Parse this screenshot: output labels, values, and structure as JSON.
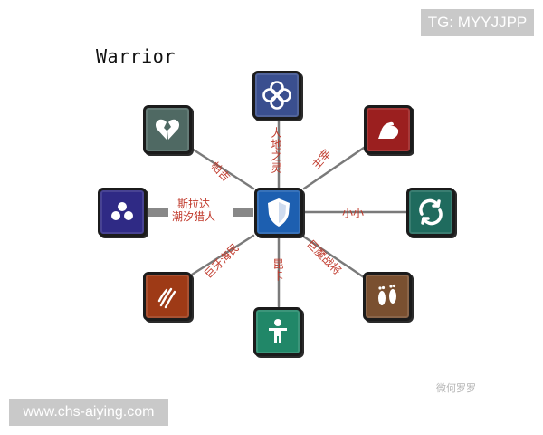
{
  "watermark_tag": "TG: MYYJJPP",
  "site_tag": "www.chs-aiying.com",
  "title": "Warrior",
  "weibo_mark": "微何罗罗",
  "center": {
    "icon": "shield-icon",
    "color": "#1d5fb0"
  },
  "nodes": [
    {
      "key": "top",
      "icon": "celtic-knot-icon",
      "color": "#3a4f8f",
      "label": "大地之灵"
    },
    {
      "key": "top-right",
      "icon": "flexed-arm-icon",
      "color": "#9b1f1f",
      "label": "主宰"
    },
    {
      "key": "right",
      "icon": "swirl-icon",
      "color": "#1f6b5e",
      "label": "小小"
    },
    {
      "key": "bottom-right",
      "icon": "footprints-icon",
      "color": "#7a5030",
      "label": "巨魔战将"
    },
    {
      "key": "bottom",
      "icon": "human-figure-icon",
      "color": "#218768",
      "label": "昆卡"
    },
    {
      "key": "bottom-left",
      "icon": "claw-marks-icon",
      "color": "#9e3a16",
      "label": "巨牙海民"
    },
    {
      "key": "left",
      "icon": "trefoil-icon",
      "color": "#2f2a85",
      "label": "斯拉达\n潮汐猎人"
    },
    {
      "key": "top-left",
      "icon": "broken-heart-icon",
      "color": "#4f6963",
      "label": "帕吉"
    }
  ]
}
